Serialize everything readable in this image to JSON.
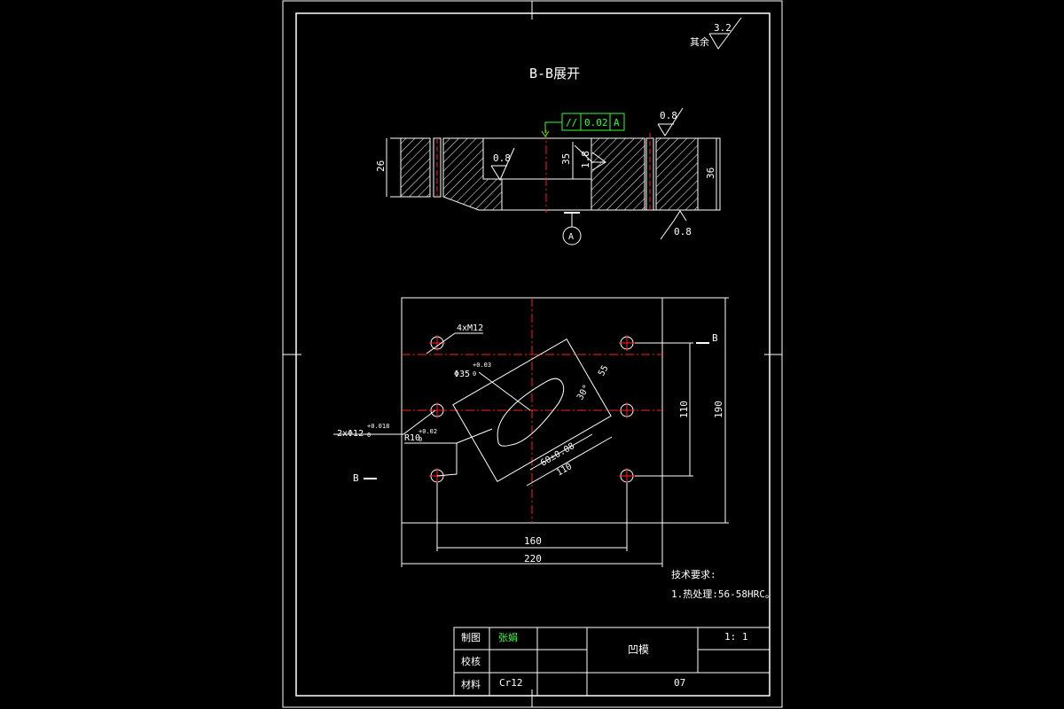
{
  "drawing": {
    "roughness_note": {
      "label": "其余",
      "value": "3.2"
    },
    "section_title": "B-B展开",
    "section_view": {
      "tolerance_frame": [
        "//",
        "0.02",
        "A"
      ],
      "roughness_top_left": "0.8",
      "roughness_top_right": "0.8",
      "roughness_bottom": "0.8",
      "roughness_inner": "1.8",
      "dim_left_height": "26",
      "dim_inner_height": "35",
      "dim_right_height": "36",
      "datum": "A"
    },
    "plan_view": {
      "hole_callout": "4xM12",
      "bore_callout": "Φ35",
      "bore_tol": "+0.03",
      "bore_tol_lower": "0",
      "pin_callout": "2xΦ12",
      "pin_tol": "+0.018",
      "pin_tol_lower": "0",
      "radius_callout": "R10",
      "radius_tol": "+0.02",
      "radius_tol_lower": "0",
      "angle": "30°",
      "dim_slot_width": "55",
      "dim_slot_length": "60±0.08",
      "dim_slot_outer": "110",
      "dim_hole_spacing_y": "110",
      "dim_height": "190",
      "dim_hole_spacing_x": "160",
      "dim_width": "220",
      "section_mark_right": "B",
      "section_mark_left": "B"
    },
    "tech_requirements": {
      "title": "技术要求:",
      "item1": "1.热处理:56-58HRC。"
    },
    "title_block": {
      "drawn_label": "制图",
      "drawn_name": "张娟",
      "checked_label": "校核",
      "material_label": "材料",
      "material": "Cr12",
      "part_name": "凹模",
      "scale": "1: 1",
      "sheet_no": "07"
    },
    "colors": {
      "line": "#ffffff",
      "center": "#ff2020",
      "highlight": "#33ff33",
      "background": "#000000"
    }
  }
}
